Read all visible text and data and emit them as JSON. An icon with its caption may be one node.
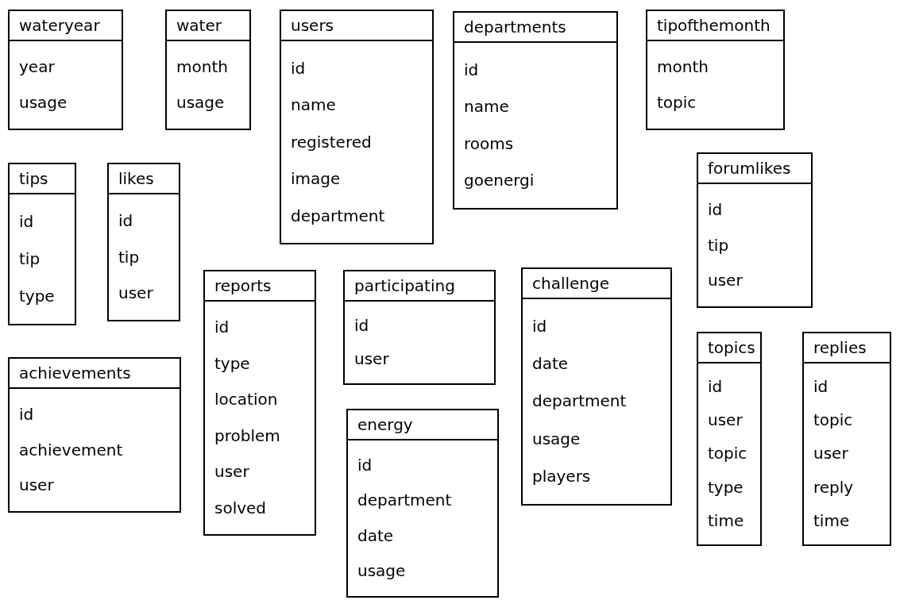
{
  "diagram": {
    "nodes": [
      {
        "text": [
          "wateryear",
          "year",
          "usage"
        ]
      },
      {
        "text": [
          "water",
          "month",
          "usage"
        ]
      },
      {
        "text": [
          "users",
          "id",
          "name",
          "registered",
          "image",
          "department"
        ]
      },
      {
        "text": [
          "departments",
          "id",
          "name",
          "rooms",
          "goenergi"
        ]
      },
      {
        "text": [
          "tipofthemonth",
          "month",
          "topic"
        ]
      },
      {
        "text": [
          "tips",
          "id",
          "tip",
          "type"
        ]
      },
      {
        "text": [
          "likes",
          "id",
          "tip",
          "user"
        ]
      },
      {
        "text": [
          "forumlikes",
          "id",
          "tip",
          "user"
        ]
      },
      {
        "text": [
          "reports",
          "id",
          "type",
          "location",
          "problem",
          "user",
          "solved"
        ]
      },
      {
        "text": [
          "participating",
          "id",
          "user"
        ]
      },
      {
        "text": [
          "challenge",
          "id",
          "date",
          "department",
          "usage",
          "players"
        ]
      },
      {
        "text": [
          "achievements",
          "id",
          "achievement",
          "user"
        ]
      },
      {
        "text": [
          "topics",
          "id",
          "user",
          "topic",
          "type",
          "time"
        ]
      },
      {
        "text": [
          "replies",
          "id",
          "topic",
          "user",
          "reply",
          "time"
        ]
      },
      {
        "text": [
          "energy",
          "id",
          "department",
          "date",
          "usage"
        ]
      }
    ]
  }
}
